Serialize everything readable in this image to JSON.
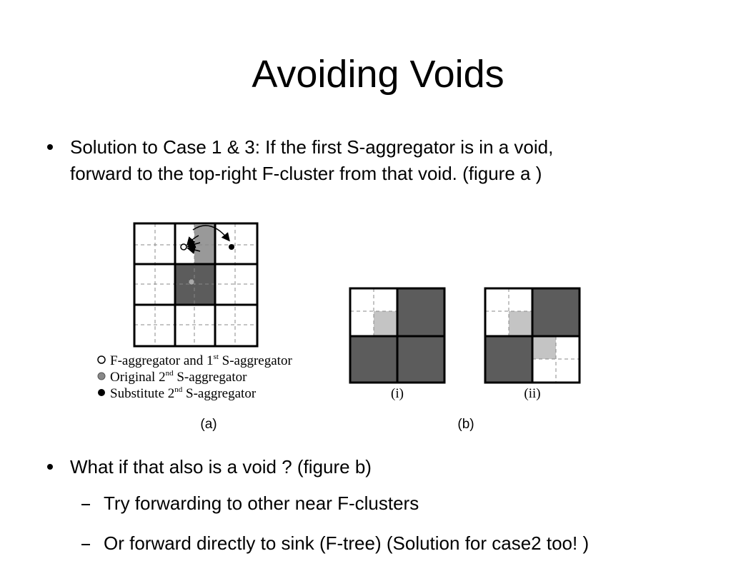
{
  "slide": {
    "title": "Avoiding Voids",
    "bullets": [
      {
        "lines": [
          "Solution to Case 1 & 3: If the first S-aggregator is in a void,",
          "forward to the top-right F-cluster from that void. (figure a )"
        ]
      },
      {
        "lines": [
          "What if that also is a void ? (figure b)"
        ]
      }
    ],
    "sub_bullets": [
      "Try forwarding to other near F-clusters",
      "Or forward directly to sink (F-tree) (Solution for case2 too! )"
    ]
  },
  "figure": {
    "legend": [
      {
        "symbol": "hollow-circle",
        "text": "F-aggregator and 1",
        "sup": "st",
        "after": " S-aggregator"
      },
      {
        "symbol": "gray-circle",
        "text": "Original 2",
        "sup": "nd",
        "after": " S-aggregator"
      },
      {
        "symbol": "filled-circle",
        "text": "Substitute 2",
        "sup": "nd",
        "after": " S-aggregator"
      }
    ],
    "sub_labels": [
      "(i)",
      "(ii)"
    ],
    "panel_labels": [
      "(a)",
      "(b)"
    ],
    "colors": {
      "dark_cell": "#5c5c5c",
      "light_cell": "#c4c4c4",
      "mid_cell": "#999999"
    }
  }
}
